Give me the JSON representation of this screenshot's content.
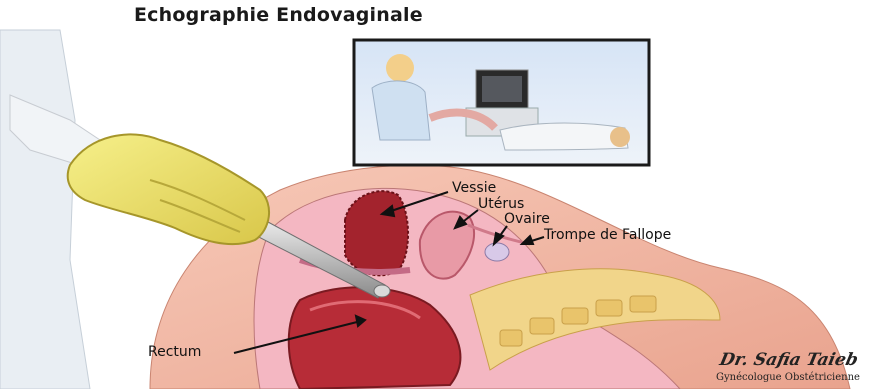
{
  "title": "Echographie Endovaginale",
  "labels": {
    "vessie": "Vessie",
    "uterus": "Utérus",
    "ovaire": "Ovaire",
    "trompe": "Trompe de Fallope",
    "rectum": "Rectum"
  },
  "signature": {
    "name": "Dr. Safia Taieb",
    "role": "Gynécologue Obstétricienne"
  }
}
